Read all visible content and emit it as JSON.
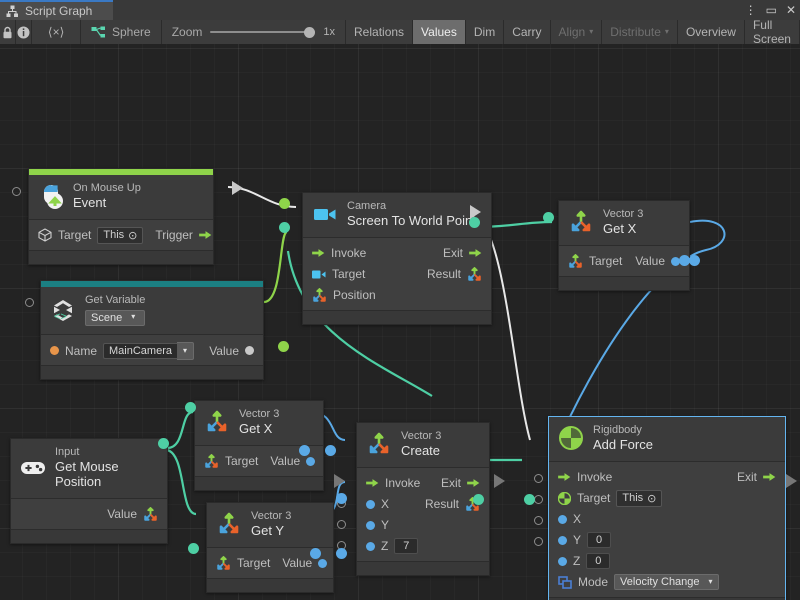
{
  "window": {
    "tab_label": "Script Graph",
    "tab_icon": "script-graph-icon",
    "buttons": {
      "menu": "⋮",
      "maximize": "▭",
      "close": "✕"
    }
  },
  "toolbar": {
    "lock_icon": "lock-icon",
    "info_icon": "info-icon",
    "breadcrumb": "⟨×⟩",
    "object_icon": "graph-node-icon",
    "object_label": "Sphere",
    "zoom_label": "Zoom",
    "zoom_value": "1x",
    "buttons": [
      {
        "label": "Relations",
        "state": "normal"
      },
      {
        "label": "Values",
        "state": "active"
      },
      {
        "label": "Dim",
        "state": "normal"
      },
      {
        "label": "Carry",
        "state": "normal"
      },
      {
        "label": "Align",
        "state": "dim",
        "caret": "▾"
      },
      {
        "label": "Distribute",
        "state": "dim",
        "caret": "▾"
      },
      {
        "label": "Overview",
        "state": "normal"
      },
      {
        "label": "Full Screen",
        "state": "normal"
      }
    ]
  },
  "colors": {
    "accent_event": "#8fd44a",
    "accent_variable": "#1b7f82",
    "wire_flow": "#e8e8e8",
    "wire_object": "#8fd44a",
    "wire_vector": "#4ecfa4",
    "wire_float": "#5aa9e6",
    "selection": "#64b5f0",
    "canvas": "#232323",
    "node": "#3b3b3b"
  },
  "nodes": [
    {
      "id": "on-mouse-up",
      "icon": "mouse-up-icon",
      "subtitle": "On Mouse Up",
      "title": "Event",
      "accent": "#8fd44a",
      "rows": [
        {
          "label": "Target",
          "value": "This",
          "value_suffix": "⊙",
          "out_label": "Trigger"
        }
      ]
    },
    {
      "id": "get-variable",
      "icon": "unity-variable-icon",
      "subtitle": "Get Variable",
      "title": "Scene",
      "title_caret": "▾",
      "accent": "#1b7f82",
      "rows": [
        {
          "label": "Name",
          "value": "MainCamera",
          "out_label": "Value"
        }
      ]
    },
    {
      "id": "camera-screen-to-world-point",
      "icon": "camera-icon",
      "subtitle": "Camera",
      "title": "Screen To World Point",
      "rows": [
        {
          "label": "Invoke",
          "out_label": "Exit"
        },
        {
          "label": "Target",
          "out_label": "Result"
        },
        {
          "label": "Position"
        }
      ]
    },
    {
      "id": "vector3-get-x-top",
      "icon": "vector3-icon",
      "subtitle": "Vector 3",
      "title": "Get X",
      "rows": [
        {
          "label": "Target",
          "out_label": "Value"
        }
      ]
    },
    {
      "id": "input-get-mouse-position",
      "icon": "gamepad-icon",
      "subtitle": "Input",
      "title": "Get Mouse Position",
      "rows": [
        {
          "out_label": "Value"
        }
      ]
    },
    {
      "id": "vector3-get-x-mid",
      "icon": "vector3-icon",
      "subtitle": "Vector 3",
      "title": "Get X",
      "rows": [
        {
          "label": "Target",
          "out_label": "Value"
        }
      ]
    },
    {
      "id": "vector3-get-y",
      "icon": "vector3-icon",
      "subtitle": "Vector 3",
      "title": "Get Y",
      "rows": [
        {
          "label": "Target",
          "out_label": "Value"
        }
      ]
    },
    {
      "id": "vector3-create",
      "icon": "vector3-icon",
      "subtitle": "Vector 3",
      "title": "Create",
      "rows": [
        {
          "label": "Invoke",
          "out_label": "Exit"
        },
        {
          "label": "X",
          "out_label": "Result"
        },
        {
          "label": "Y"
        },
        {
          "label": "Z",
          "value": "7"
        }
      ]
    },
    {
      "id": "rigidbody-add-force",
      "icon": "rigidbody-icon",
      "subtitle": "Rigidbody",
      "title": "Add Force",
      "selected": true,
      "rows": [
        {
          "label": "Invoke",
          "out_label": "Exit"
        },
        {
          "label": "Target",
          "value": "This",
          "value_suffix": "⊙"
        },
        {
          "label": "X"
        },
        {
          "label": "Y",
          "value": "0"
        },
        {
          "label": "Z",
          "value": "0"
        },
        {
          "label": "Mode",
          "value": "Velocity Change",
          "value_caret": "▾"
        }
      ]
    }
  ]
}
